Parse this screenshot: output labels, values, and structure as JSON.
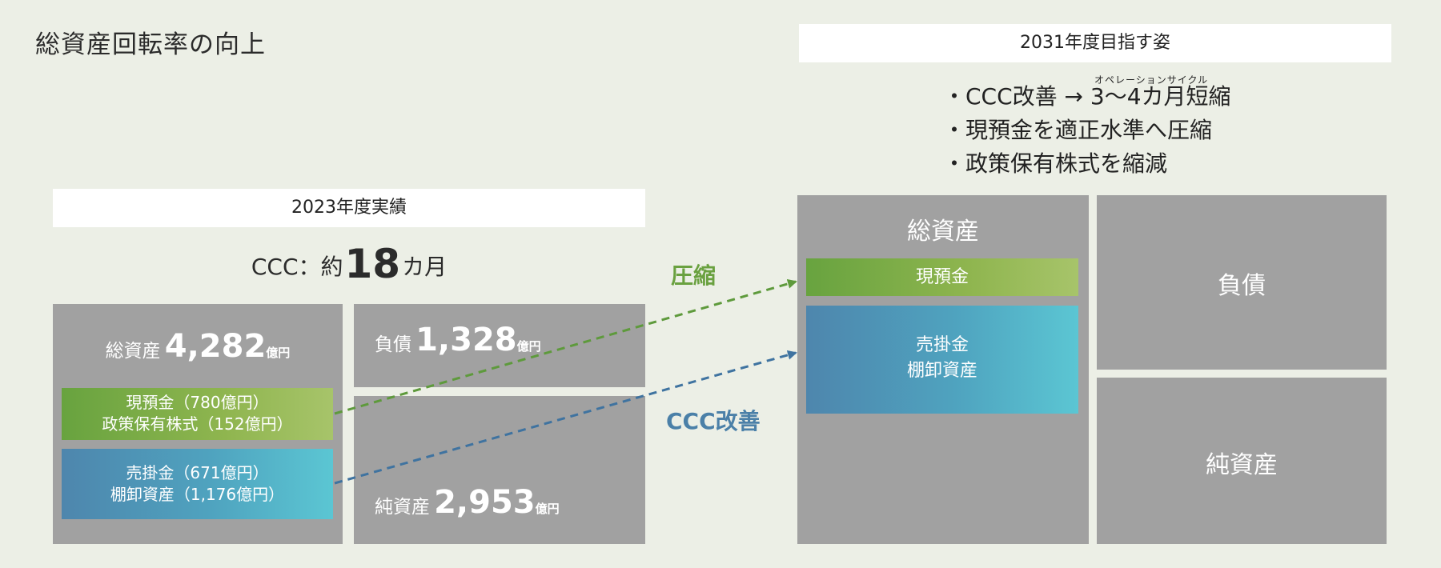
{
  "title": "総資産回転率の向上",
  "left": {
    "banner": "2023年度実績",
    "ccc_prefix": "CCC：約",
    "ccc_number": "18",
    "ccc_suffix": "カ月",
    "assets": {
      "label": "総資産",
      "value": "4,282",
      "unit": "億円",
      "cash_line1": "現預金（780億円）",
      "cash_line2": "政策保有株式（152億円）",
      "receivables_line1": "売掛金（671億円）",
      "receivables_line2": "棚卸資産（1,176億円）"
    },
    "liabilities": {
      "label": "負債",
      "value": "1,328",
      "unit": "億円"
    },
    "net_assets": {
      "label": "純資産",
      "value": "2,953",
      "unit": "億円"
    }
  },
  "arrows": {
    "compress_label": "圧縮",
    "ccc_label": "CCC改善",
    "compress_color": "#5e9a3c",
    "ccc_color": "#3f73a0"
  },
  "right": {
    "banner": "2031年度目指す姿",
    "ruby": "オペレーションサイクル",
    "bullets": [
      "・CCC改善 → 3〜4カ月短縮",
      "・現預金を適正水準へ圧縮",
      "・政策保有株式を縮減"
    ],
    "assets_label": "総資産",
    "cash_label": "現預金",
    "receivables_line1": "売掛金",
    "receivables_line2": "棚卸資産",
    "liabilities_label": "負債",
    "net_assets_label": "純資産"
  },
  "colors": {
    "background": "#ecefe6",
    "box_gray": "#a1a1a1",
    "green_start": "#68a33f",
    "green_end": "#a7c46a",
    "blue_start": "#4e86ad",
    "blue_end": "#5bc6d3"
  }
}
